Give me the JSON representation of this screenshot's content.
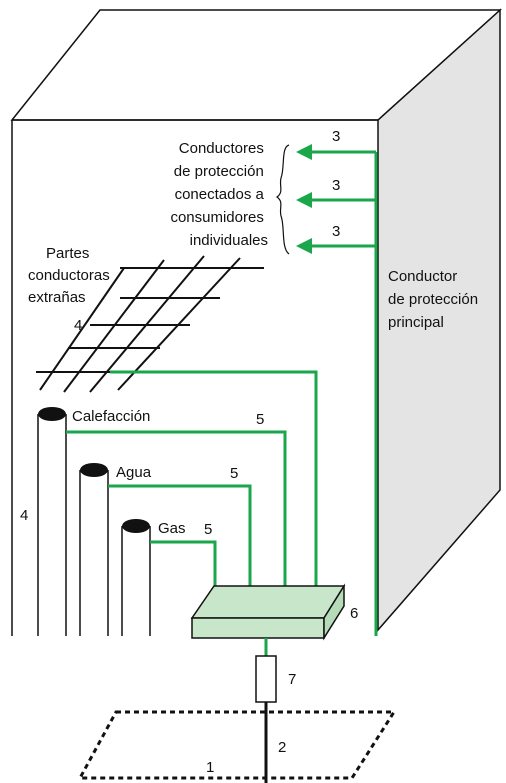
{
  "labels": {
    "consumer_conductors": [
      "Conductores",
      "de protección",
      "conectados a",
      "consumidores",
      "individuales"
    ],
    "extraneous_parts": [
      "Partes",
      "conductoras",
      "extrañas"
    ],
    "main_conductor": [
      "Conductor",
      "de protección",
      "principal"
    ],
    "heating": "Calefacción",
    "water": "Agua",
    "gas": "Gas"
  },
  "numbers": {
    "consumer_1": "3",
    "consumer_2": "3",
    "consumer_3": "3",
    "grid": "4",
    "pipes": "4",
    "heating_link": "5",
    "water_link": "5",
    "gas_link": "5",
    "bar": "6",
    "resistor": "7",
    "earth_lead": "2",
    "earth_electrode": "1"
  },
  "colors": {
    "conductor": "#1aa64b",
    "bar_fill": "#c8e6c9",
    "wall_shadow": "#e4e4e4",
    "line": "#111111"
  }
}
